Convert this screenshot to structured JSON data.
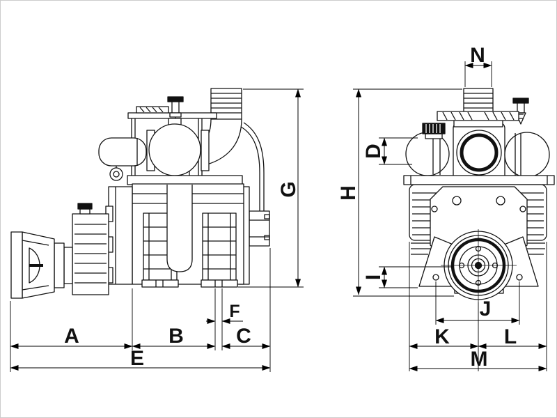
{
  "figure": {
    "kind": "technical-dimensional-drawing",
    "views": [
      {
        "id": "side-view",
        "dimension_letters": [
          "A",
          "B",
          "C",
          "E",
          "F",
          "G"
        ]
      },
      {
        "id": "front-view",
        "dimension_letters": [
          "N",
          "D",
          "H",
          "I",
          "J",
          "K",
          "L",
          "M"
        ]
      }
    ]
  },
  "labels": {
    "A": "A",
    "B": "B",
    "C": "C",
    "D": "D",
    "E": "E",
    "F": "F",
    "G": "G",
    "H": "H",
    "I": "I",
    "J": "J",
    "K": "K",
    "L": "L",
    "M": "M",
    "N": "N"
  },
  "colors": {
    "drawing_line": "#111111",
    "dimension_line": "#000000",
    "background": "#ffffff",
    "frame": "#cccccc"
  }
}
